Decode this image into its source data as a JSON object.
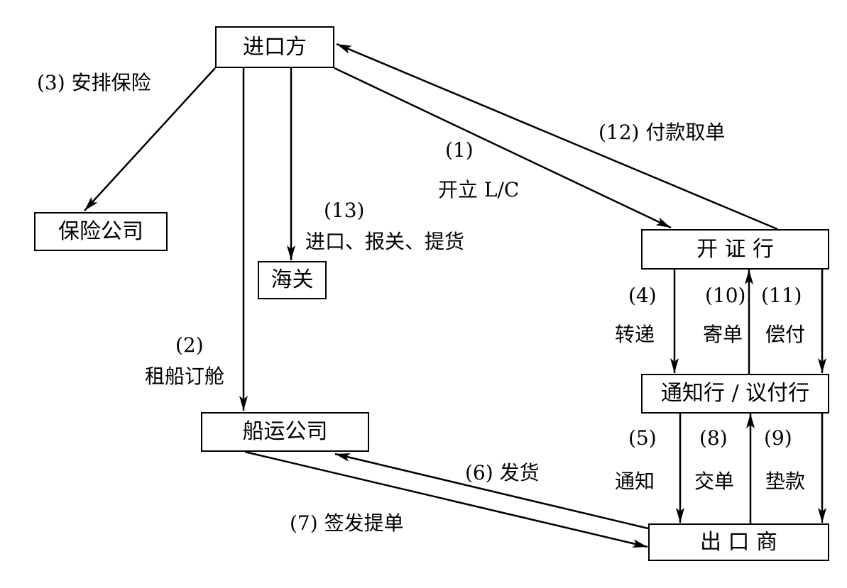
{
  "colors": {
    "stroke": "#000000",
    "background": "#ffffff"
  },
  "nodes": {
    "importer": "进口方",
    "insurance_company": "保险公司",
    "customs": "海关",
    "shipping_company": "船运公司",
    "issuing_bank": "开 证 行",
    "advising_bank": "通知行 / 议付行",
    "exporter": "出 口 商"
  },
  "edges": {
    "e1": {
      "num": "(1)",
      "text": "开立 L/C"
    },
    "e2": {
      "num": "(2)",
      "text": "租船订舱"
    },
    "e3": {
      "label": "(3) 安排保险"
    },
    "e4": {
      "num": "(4)",
      "text": "转递"
    },
    "e5": {
      "num": "(5)",
      "text": "通知"
    },
    "e6": {
      "label": "(6) 发货"
    },
    "e7": {
      "label": "(7) 签发提单"
    },
    "e8": {
      "num": "(8)",
      "text": "交单"
    },
    "e9": {
      "num": "(9)",
      "text": "垫款"
    },
    "e10": {
      "num": "(10)",
      "text": "寄单"
    },
    "e11": {
      "num": "(11)",
      "text": "偿付"
    },
    "e12": {
      "label": "(12) 付款取单"
    },
    "e13": {
      "num": "(13)",
      "text": "进口、报关、提货"
    }
  }
}
